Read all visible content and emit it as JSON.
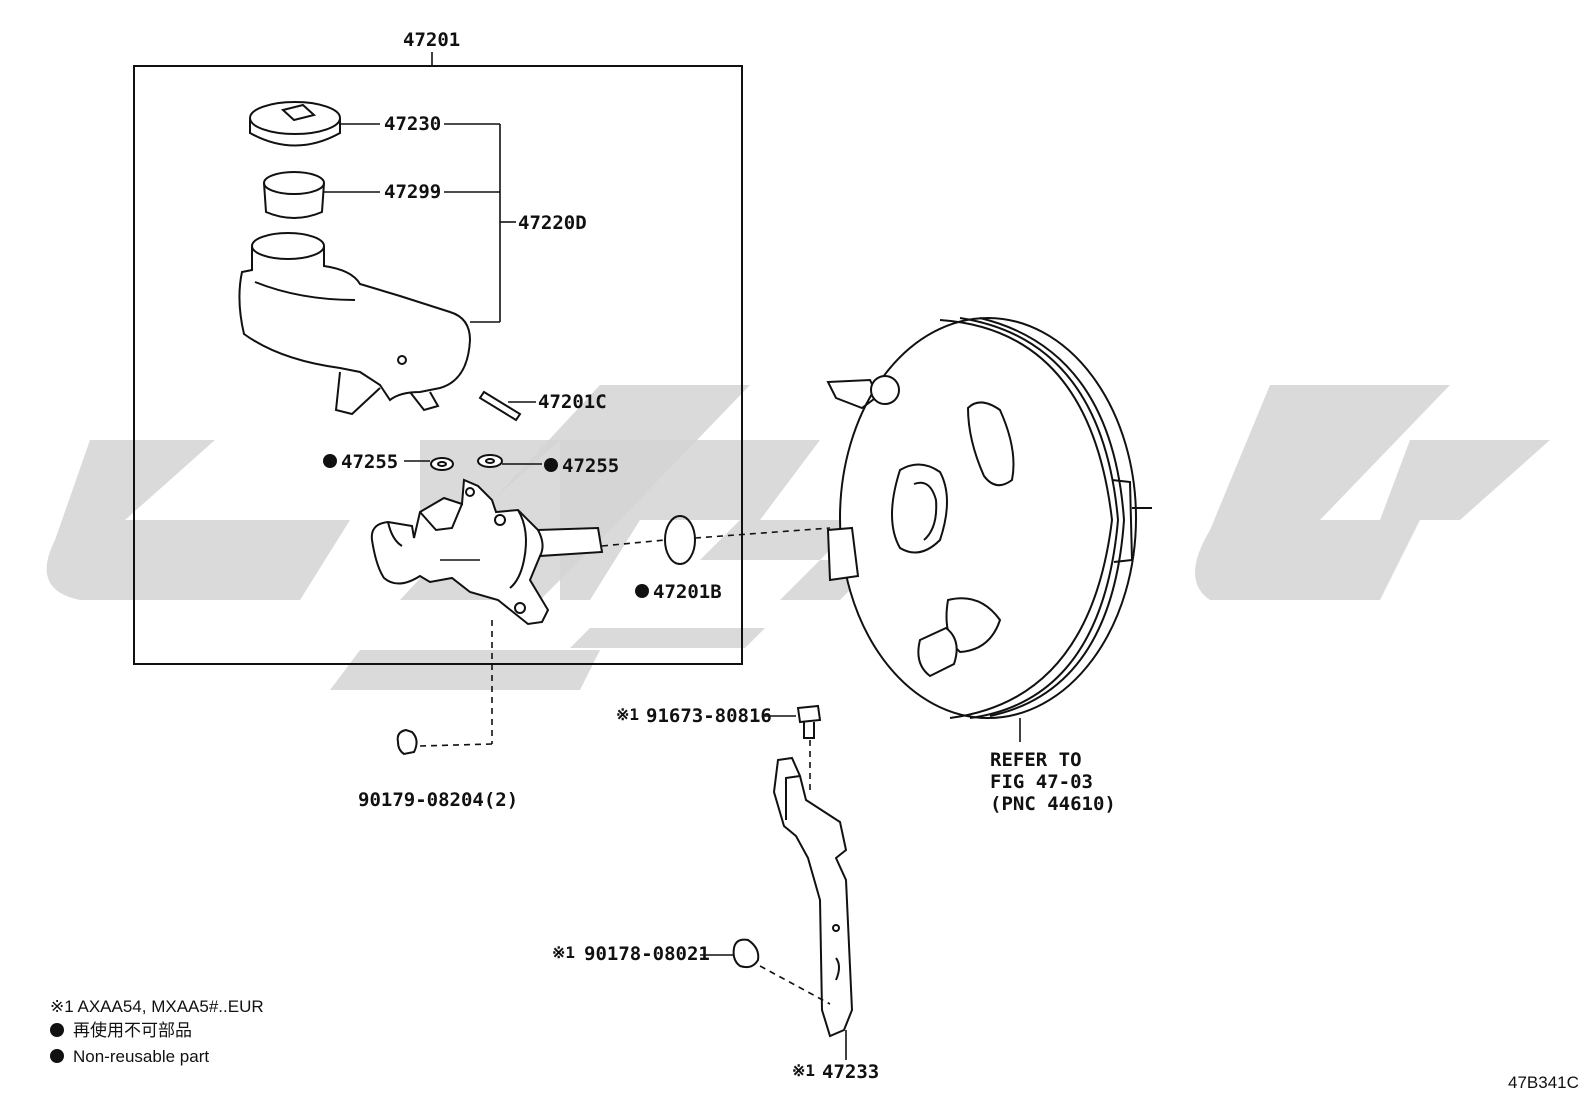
{
  "diagram": {
    "assembly_label": "47201",
    "parts": {
      "cap": "47230",
      "strainer": "47299",
      "reservoir_group": "47220D",
      "pin": "47201C",
      "grommet_left": "47255",
      "grommet_right": "47255",
      "o_ring": "47201B",
      "nut": "90179-08204(2)",
      "bolt": "91673-80816",
      "bolt_prefix": "※1",
      "nut2": "90178-08021",
      "nut2_prefix": "※1",
      "bracket": "47233",
      "bracket_prefix": "※1"
    },
    "booster_ref": {
      "line1": "REFER TO",
      "line2": "FIG 47-03",
      "line3": "(PNC 44610)"
    },
    "notes": {
      "applicability": "※1 AXAA54, MXAA5#..EUR",
      "non_reusable_jp": "再使用不可部品",
      "non_reusable_en": "Non-reusable part"
    },
    "figure_code": "47B341C"
  },
  "style": {
    "line_color": "#111111",
    "watermark_color": "#d4d4d4"
  }
}
